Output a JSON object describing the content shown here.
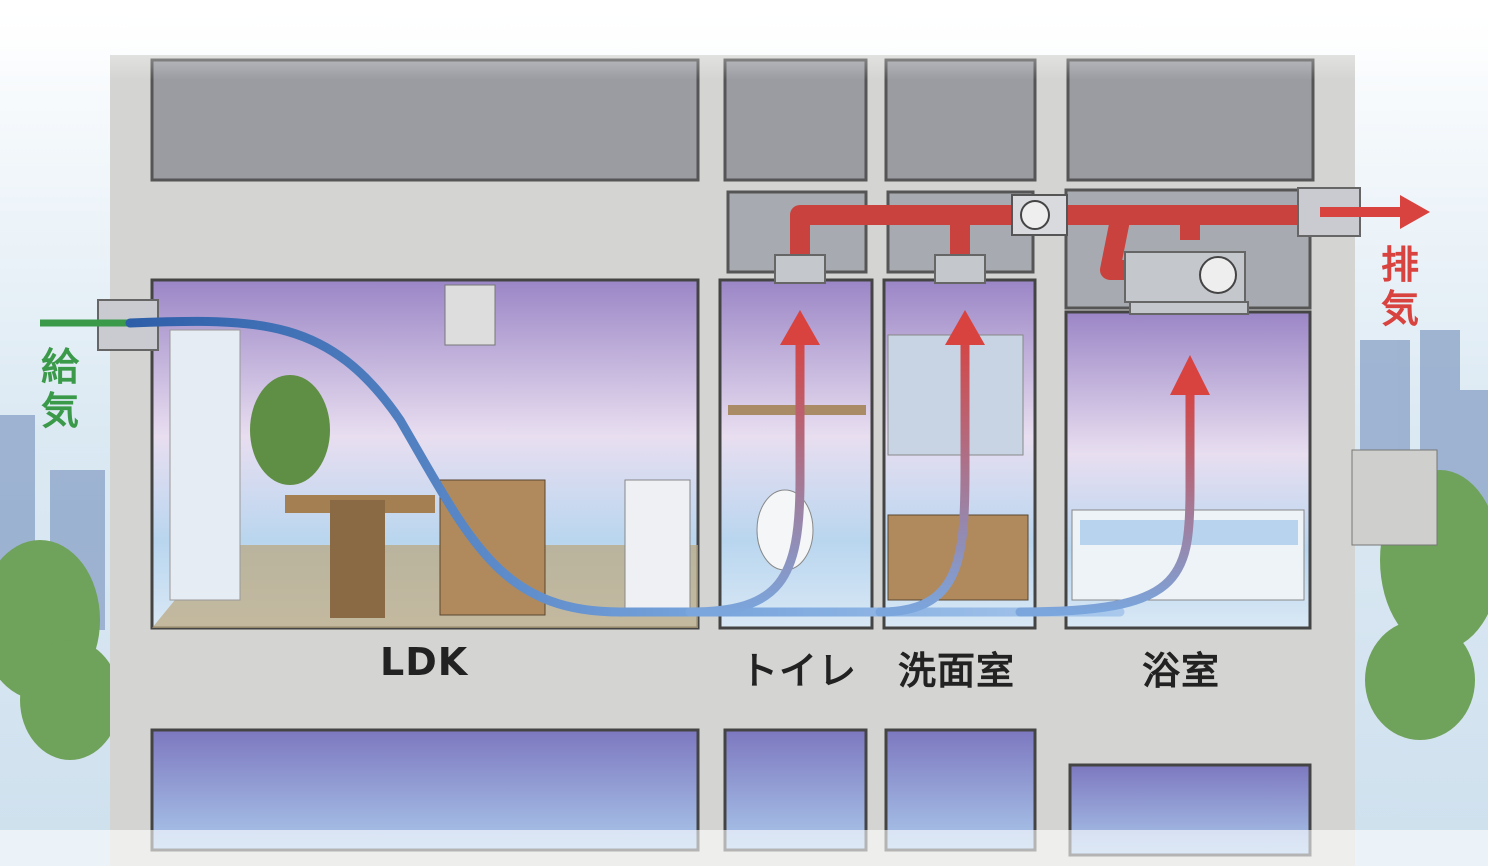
{
  "labels": {
    "supply": "給気",
    "exhaust": "排気",
    "rooms": [
      "LDK",
      "トイレ",
      "洗面室",
      "浴室"
    ]
  },
  "colors": {
    "supply": "#3a9a4a",
    "exhaust": "#d8423f",
    "airflow": "#4a78c0",
    "concrete": "#d4d4d2"
  }
}
